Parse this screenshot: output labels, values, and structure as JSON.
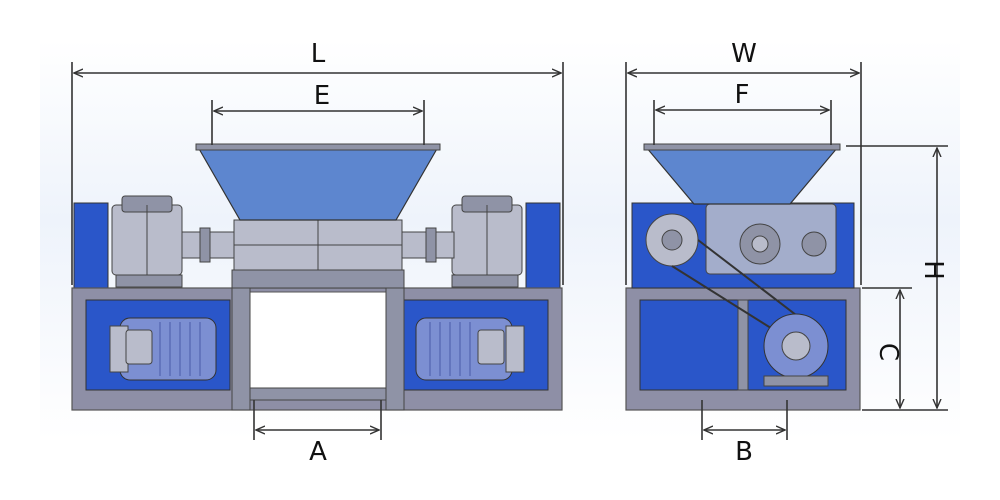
{
  "diagram": {
    "labels": {
      "L": "L",
      "E": "E",
      "A": "A",
      "W": "W",
      "F": "F",
      "B": "B",
      "H": "H",
      "C": "C"
    }
  }
}
